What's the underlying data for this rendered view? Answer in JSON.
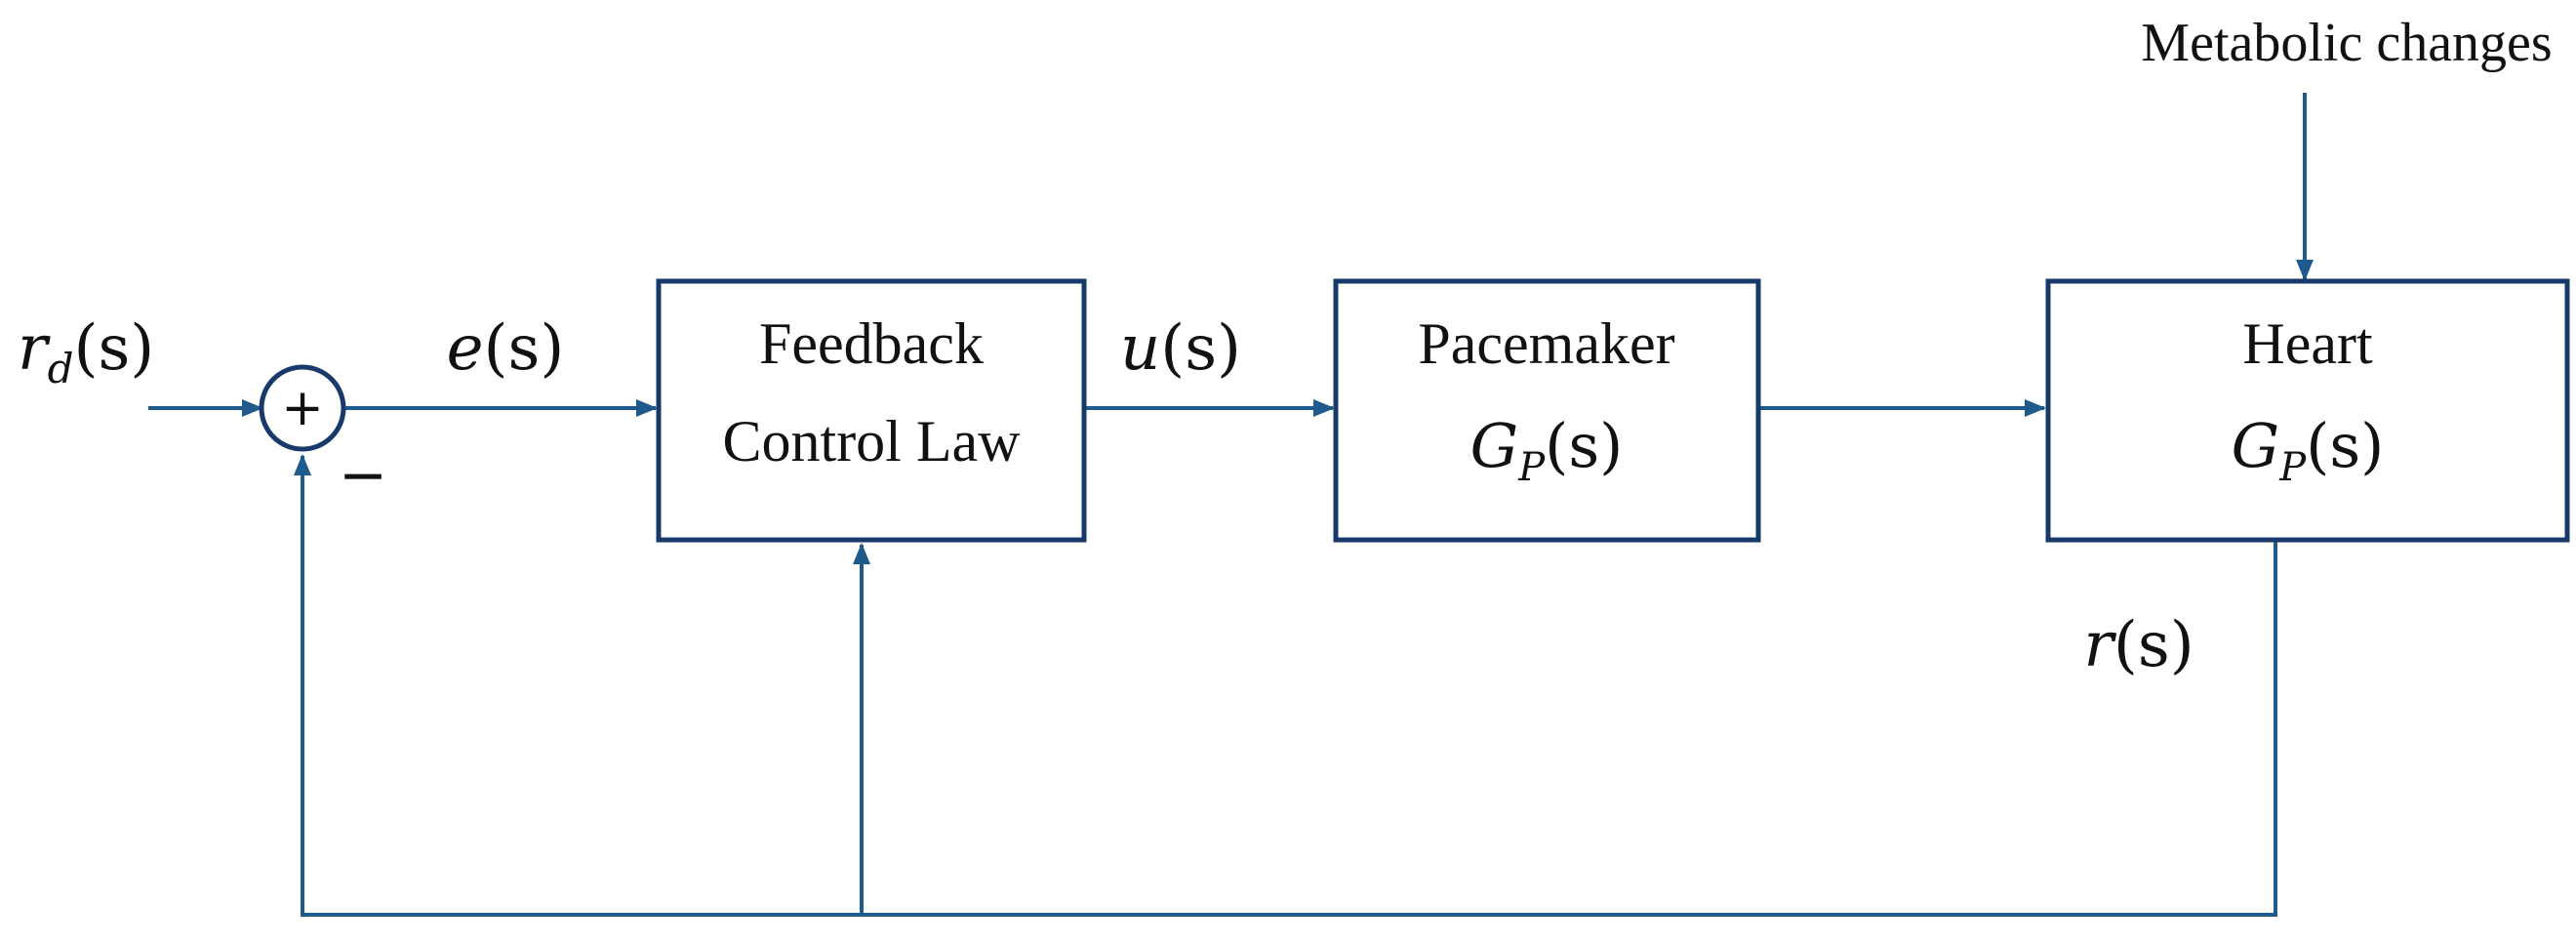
{
  "colors": {
    "wire": "#1f5a8c",
    "box_border": "#173a6b",
    "text": "#111111",
    "background": "#ffffff"
  },
  "top_input": {
    "label": "Metabolic changes"
  },
  "signals": {
    "rd": {
      "main": "r",
      "sub": "d",
      "arg": "(s)"
    },
    "e": {
      "main": "e",
      "arg": "(s)"
    },
    "u": {
      "main": "u",
      "arg": "(s)"
    },
    "r": {
      "main": "r",
      "arg": "(s)"
    }
  },
  "summing_junction": {
    "plus_sign": "+",
    "minus_sign": "−"
  },
  "blocks": {
    "controller": {
      "line1": "Feedback",
      "line2": "Control Law"
    },
    "pacemaker": {
      "title": "Pacemaker",
      "tf_main": "G",
      "tf_sub": "P",
      "tf_arg": "(s)"
    },
    "heart": {
      "title": "Heart",
      "tf_main": "G",
      "tf_sub": "P",
      "tf_arg": "(s)"
    }
  }
}
